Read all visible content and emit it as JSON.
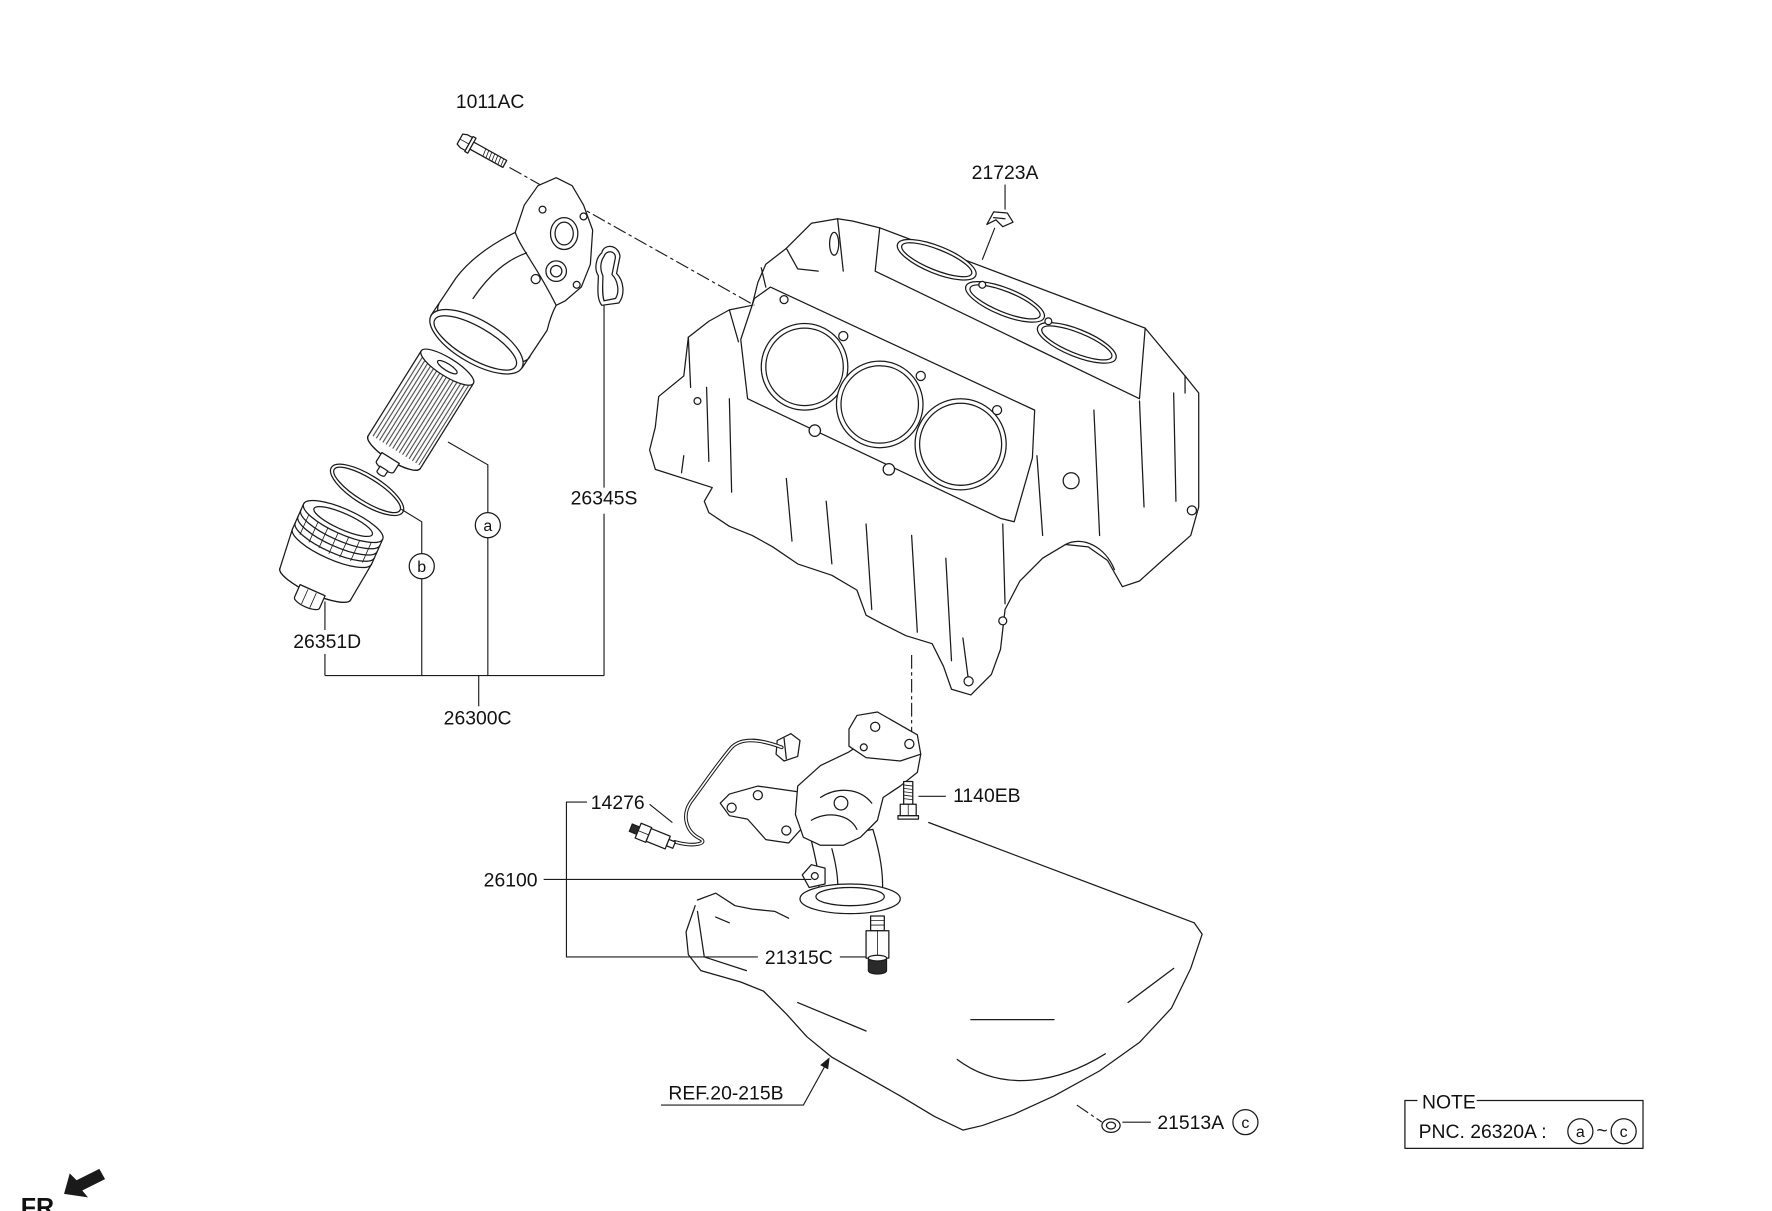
{
  "labels": {
    "bolt_top": "1011AC",
    "clip": "21723A",
    "gasket": "26345S",
    "cap": "26351D",
    "filter_assy": "26300C",
    "sensor": "14276",
    "bolt_pump": "1140EB",
    "oil_pump": "26100",
    "valve": "21315C",
    "ref": "REF.20-215B",
    "drain": "21513A"
  },
  "callouts": {
    "a": "a",
    "b": "b",
    "c": "c"
  },
  "note": {
    "title": "NOTE",
    "pnc": "PNC. 26320A :",
    "separator": "~"
  },
  "direction": "FR."
}
